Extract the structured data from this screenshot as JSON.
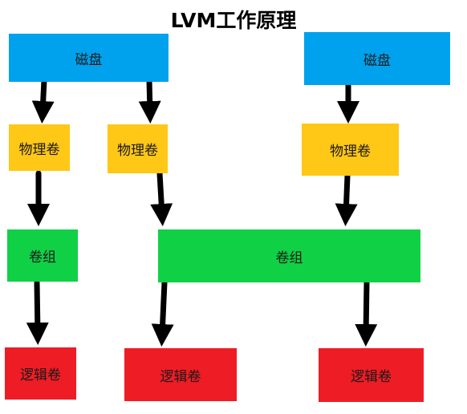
{
  "title": "LVM工作原理",
  "colors": {
    "disk": "#00a2ed",
    "physical_volume": "#ffc716",
    "volume_group": "#10d145",
    "logical_volume": "#ee1c25",
    "arrow": "#000000"
  },
  "nodes": {
    "disk_1": "磁盘",
    "disk_2": "磁盘",
    "pv_1": "物理卷",
    "pv_2": "物理卷",
    "pv_3": "物理卷",
    "vg_1": "卷组",
    "vg_2": "卷组",
    "lv_1": "逻辑卷",
    "lv_2": "逻辑卷",
    "lv_3": "逻辑卷"
  },
  "edges": [
    [
      "disk_1",
      "pv_1"
    ],
    [
      "disk_1",
      "pv_2"
    ],
    [
      "disk_2",
      "pv_3"
    ],
    [
      "pv_1",
      "vg_1"
    ],
    [
      "pv_2",
      "vg_2"
    ],
    [
      "pv_3",
      "vg_2"
    ],
    [
      "vg_1",
      "lv_1"
    ],
    [
      "vg_2",
      "lv_2"
    ],
    [
      "vg_2",
      "lv_3"
    ]
  ]
}
